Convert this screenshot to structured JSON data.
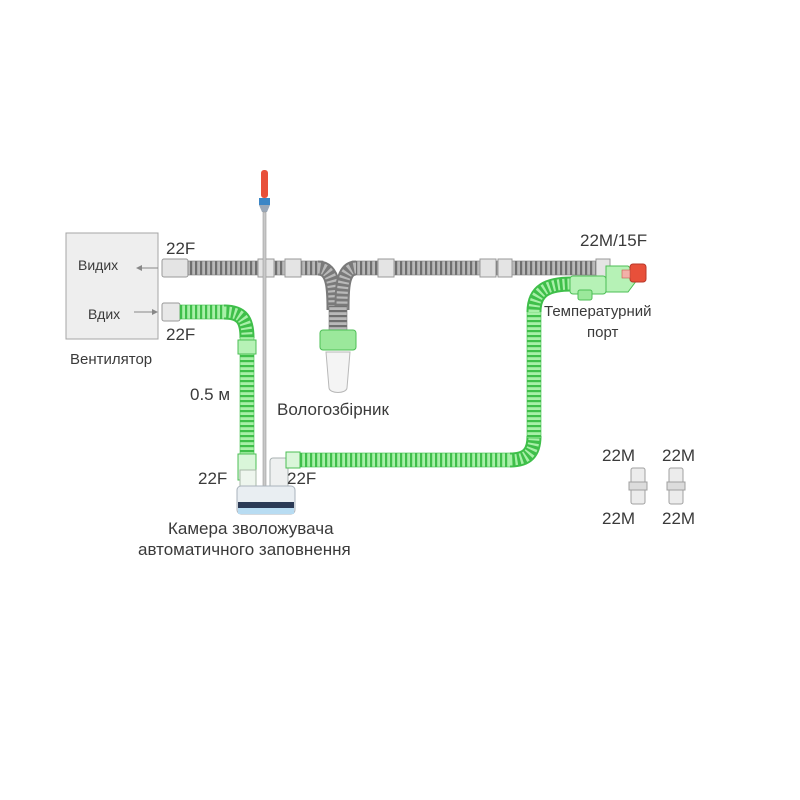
{
  "ventilator": {
    "name": "Вентилятор",
    "exhale_label": "Видих",
    "inhale_label": "Вдих"
  },
  "ports": {
    "vent_exhale": "22F",
    "vent_inhale": "22F",
    "patient_end": "22M/15F",
    "humidifier_in": "22F",
    "humidifier_out": "22F"
  },
  "labels": {
    "length": "0.5 м",
    "water_trap": "Вологозбірник",
    "temperature_port_line1": "Температурний",
    "temperature_port_line2": "порт",
    "humidifier_line1": "Камера зволожувача",
    "humidifier_line2": "автоматичного заповнення"
  },
  "adapters": [
    {
      "top": "22M",
      "bottom": "22M"
    },
    {
      "top": "22M",
      "bottom": "22M"
    }
  ],
  "colors": {
    "tube_gray": "#8a8a8a",
    "tube_green": "#5fd85f",
    "cap_red": "#e8503a",
    "chamber_blue": "#b8dcf2"
  }
}
